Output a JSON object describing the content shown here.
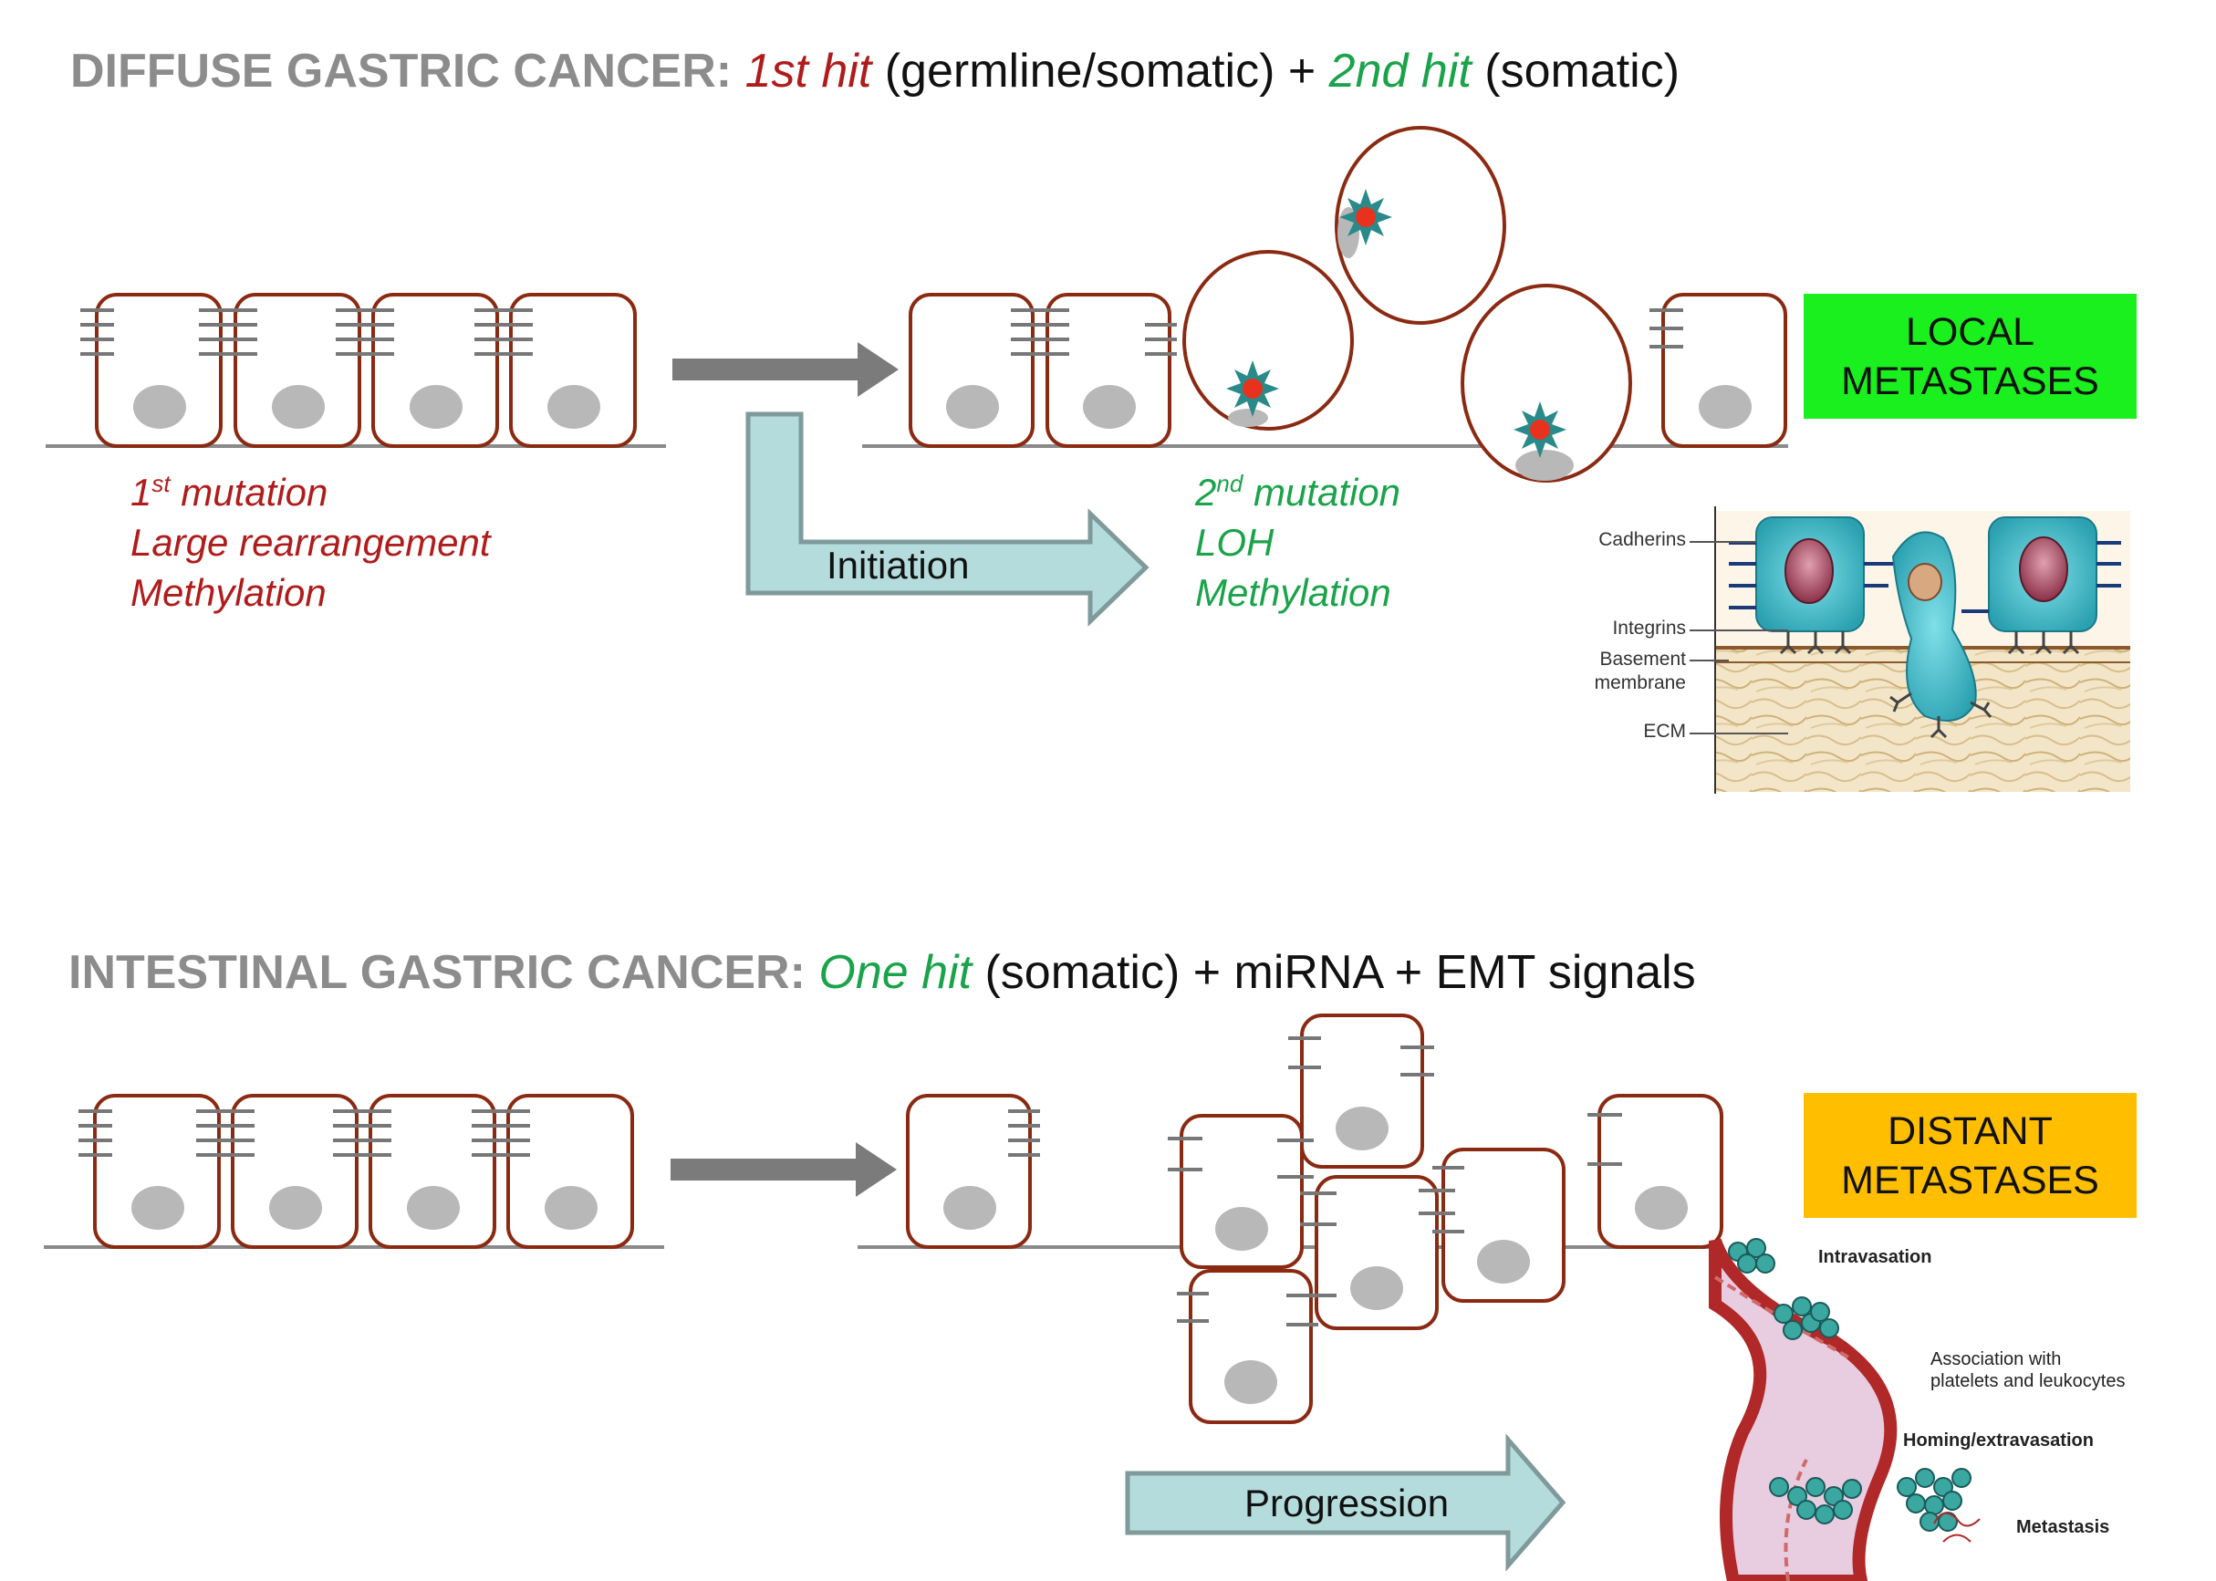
{
  "diffuse": {
    "title_lead": "DIFFUSE GASTRIC CANCER:",
    "title_hit1": "1st hit",
    "title_mid1": " (germline/somatic) + ",
    "title_hit2": "2nd hit",
    "title_end": " (somatic)",
    "first_mutations": {
      "line1_num": "1",
      "line1_sup": "st",
      "line1_rest": " mutation",
      "line2": "Large rearrangement",
      "line3": "Methylation"
    },
    "second_mutations": {
      "line1_num": "2",
      "line1_sup": "nd",
      "line1_rest": " mutation",
      "line2": "LOH",
      "line3": "Methylation"
    },
    "initiation_label": "Initiation",
    "badge_line1": "LOCAL",
    "badge_line2": "METASTASES",
    "badge_color": "#19f01e",
    "inset_labels": {
      "cadherins": "Cadherins",
      "integrins": "Integrins",
      "basement1": "Basement",
      "basement2": "membrane",
      "ecm": "ECM"
    }
  },
  "intestinal": {
    "title_lead": "INTESTINAL GASTRIC CANCER:",
    "title_hit": "One hit",
    "title_rest": " (somatic) + miRNA + EMT signals",
    "progression_label": "Progression",
    "badge_line1": "DISTANT",
    "badge_line2": "METASTASES",
    "badge_color": "#ffbf00",
    "inset_labels": {
      "intravasation": "Intravasation",
      "association1": "Association with",
      "association2": "platelets and leukocytes",
      "homing": "Homing/extravasation",
      "metastasis": "Metastasis"
    }
  },
  "colors": {
    "cell_outline": "#8b2a12",
    "nucleus": "#b8b8b8",
    "junction": "#777777",
    "baseline": "#8a8a8a",
    "grey_arrow": "#7b7b7b",
    "teal_arrow_fill": "#b5dcdc",
    "teal_arrow_stroke": "#7f9a9a",
    "burst_outer": "#2a8a8a",
    "burst_inner": "#e8321e"
  }
}
